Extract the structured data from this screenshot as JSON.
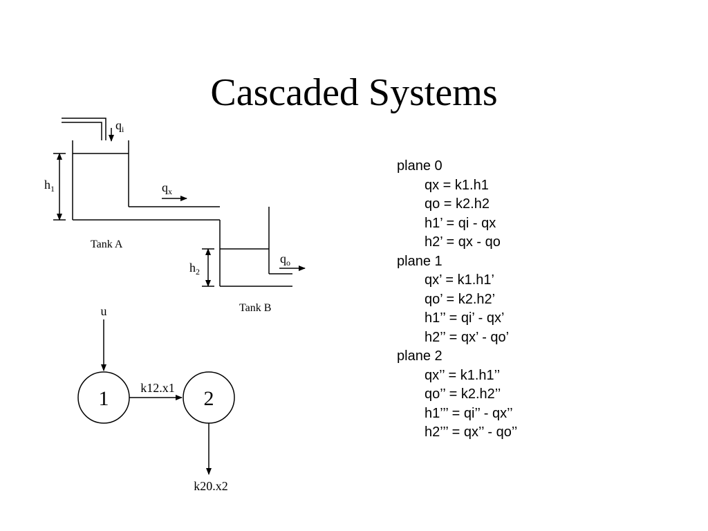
{
  "slide": {
    "title": "Cascaded Systems"
  },
  "tank_diagram": {
    "inflow_label": {
      "base": "q",
      "sub": "i"
    },
    "intertank_flow_label": {
      "base": "q",
      "sub": "x"
    },
    "outflow_label": {
      "base": "q",
      "sub": "o"
    },
    "tank_a_level_label": {
      "base": "h",
      "sub": "1"
    },
    "tank_b_level_label": {
      "base": "h",
      "sub": "2"
    },
    "tank_a_label": "Tank A",
    "tank_b_label": "Tank B"
  },
  "compartment_diagram": {
    "input_label": "u",
    "node_1_label": "1",
    "node_2_label": "2",
    "transfer_label": "k12.x1",
    "output_label": "k20.x2"
  },
  "equations": {
    "planes": [
      {
        "heading": "plane 0",
        "lines": [
          "qx = k1.h1",
          "qo = k2.h2",
          "h1’ = qi - qx",
          "h2’ = qx - qo"
        ]
      },
      {
        "heading": "plane 1",
        "lines": [
          "qx’ = k1.h1’",
          "qo’ = k2.h2’",
          "h1’’ = qi’ - qx’",
          "h2’’ = qx’ - qo’"
        ]
      },
      {
        "heading": "plane 2",
        "lines": [
          "qx’’ = k1.h1’’",
          "qo’’ = k2.h2’’",
          "h1’’’ = qi’’ - qx’’",
          "h2’’’ = qx’’ - qo’’"
        ]
      }
    ]
  }
}
